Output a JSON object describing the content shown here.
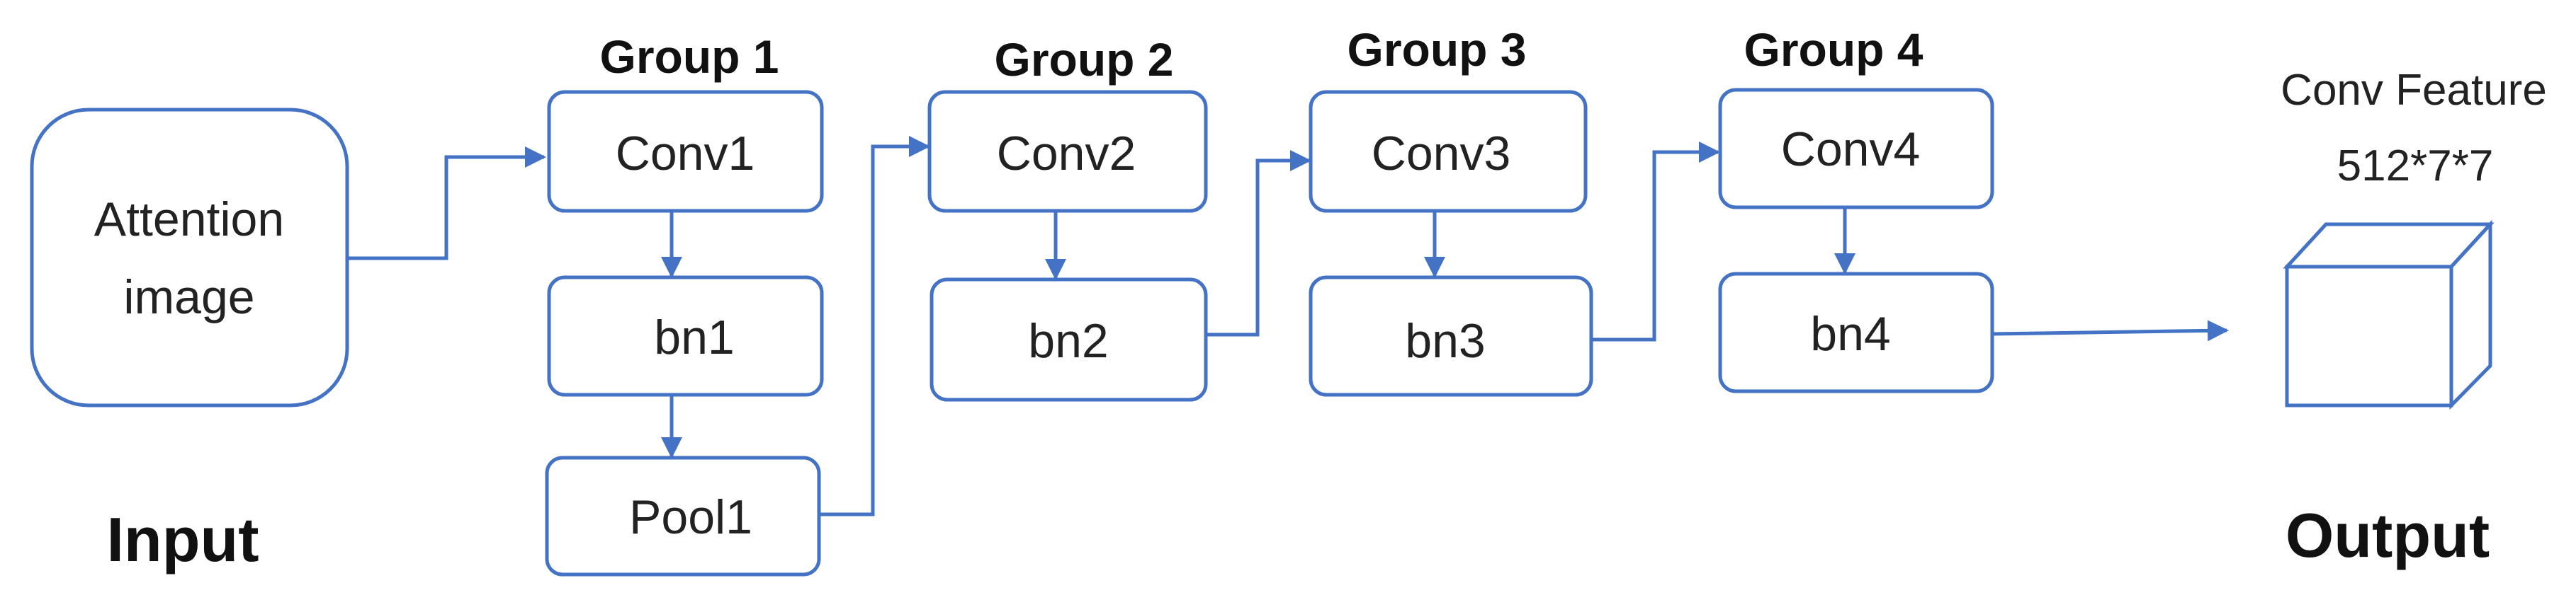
{
  "diagram": {
    "input_label": "Input",
    "output_label": "Output",
    "attention": {
      "line1": "Attention",
      "line2": "image"
    },
    "groups": [
      {
        "title": "Group 1",
        "layers": [
          "Conv1",
          "bn1",
          "Pool1"
        ]
      },
      {
        "title": "Group 2",
        "layers": [
          "Conv2",
          "bn2"
        ]
      },
      {
        "title": "Group 3",
        "layers": [
          "Conv3",
          "bn3"
        ]
      },
      {
        "title": "Group 4",
        "layers": [
          "Conv4",
          "bn4"
        ]
      }
    ],
    "output": {
      "title": "Conv Feature",
      "dims": "512*7*7"
    },
    "colors": {
      "line": "#4472c4",
      "box_fill": "#ffffff",
      "text": "#222222"
    }
  }
}
